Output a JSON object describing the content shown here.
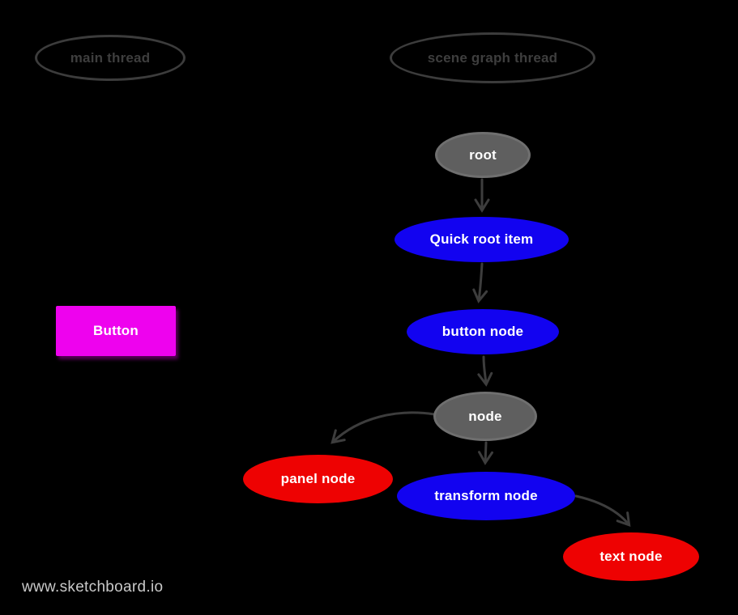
{
  "page": {
    "background": "#000000",
    "watermark": "www.sketchboard.io"
  },
  "palette": {
    "edge": "#3d3d3d",
    "outline_stroke": "#3c3c3c",
    "outline_text": "#3e3e3e",
    "gray_fill": "#5f5f5f",
    "gray_border": "#6f6f6f",
    "blue": "#1203f0",
    "red": "#ee0202",
    "magenta": "#ee02ee",
    "node_text": "#ffffff",
    "watermark_color": "#c9c9c9"
  },
  "nodes": {
    "main_thread": {
      "label": "main thread",
      "shape": "ellipse-outline"
    },
    "scene_graph_thread": {
      "label": "scene graph thread",
      "shape": "ellipse-outline"
    },
    "root": {
      "label": "root",
      "shape": "ellipse",
      "fill": "gray"
    },
    "quick_root_item": {
      "label": "Quick root item",
      "shape": "ellipse",
      "fill": "blue"
    },
    "button": {
      "label": "Button",
      "shape": "rect",
      "fill": "magenta"
    },
    "button_node": {
      "label": "button node",
      "shape": "ellipse",
      "fill": "blue"
    },
    "node": {
      "label": "node",
      "shape": "ellipse",
      "fill": "gray"
    },
    "panel_node": {
      "label": "panel node",
      "shape": "ellipse",
      "fill": "red"
    },
    "transform_node": {
      "label": "transform node",
      "shape": "ellipse",
      "fill": "blue"
    },
    "text_node": {
      "label": "text node",
      "shape": "ellipse",
      "fill": "red"
    }
  },
  "edges": [
    {
      "from": "root",
      "to": "quick_root_item"
    },
    {
      "from": "quick_root_item",
      "to": "button_node"
    },
    {
      "from": "button_node",
      "to": "node"
    },
    {
      "from": "node",
      "to": "transform_node"
    },
    {
      "from": "node",
      "to": "panel_node"
    },
    {
      "from": "transform_node",
      "to": "text_node"
    }
  ]
}
